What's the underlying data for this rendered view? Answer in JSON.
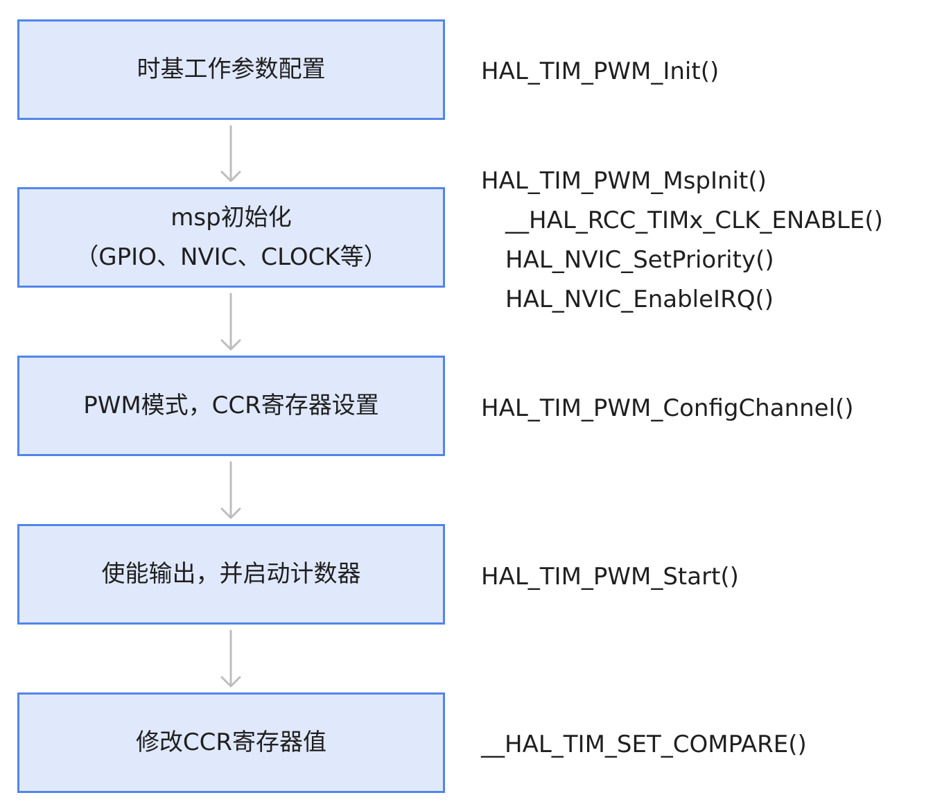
{
  "colors": {
    "box_fill": "#e0e8fc",
    "box_border": "#4f86ea",
    "arrow": "#bdbdbd",
    "text": "#1f1f1f"
  },
  "steps": [
    {
      "lines": [
        "时基工作参数配置"
      ]
    },
    {
      "lines": [
        "msp初始化",
        "（GPIO、NVIC、CLOCK等）"
      ]
    },
    {
      "lines": [
        "PWM模式，CCR寄存器设置"
      ]
    },
    {
      "lines": [
        "使能输出，并启动计数器"
      ]
    },
    {
      "lines": [
        "修改CCR寄存器值"
      ]
    }
  ],
  "functions": [
    {
      "lines": [
        "HAL_TIM_PWM_Init()"
      ]
    },
    {
      "lines": [
        "HAL_TIM_PWM_MspInit()",
        "__HAL_RCC_TIMx_CLK_ENABLE()",
        "HAL_NVIC_SetPriority()",
        "HAL_NVIC_EnableIRQ()"
      ]
    },
    {
      "lines": [
        "HAL_TIM_PWM_ConfigChannel()"
      ]
    },
    {
      "lines": [
        "HAL_TIM_PWM_Start()"
      ]
    },
    {
      "lines": [
        "__HAL_TIM_SET_COMPARE()"
      ]
    }
  ]
}
